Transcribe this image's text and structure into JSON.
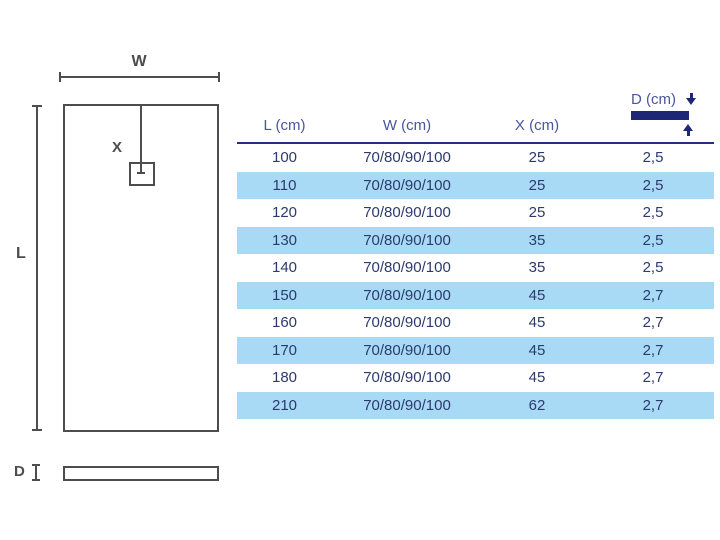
{
  "diagram": {
    "width_label": "W",
    "length_label": "L",
    "drain_offset_label": "X",
    "depth_label": "D"
  },
  "table": {
    "headers": {
      "l": "L (cm)",
      "w": "W (cm)",
      "x": "X (cm)",
      "d": "D (cm)"
    },
    "rows": [
      {
        "l": "100",
        "w": "70/80/90/100",
        "x": "25",
        "d": "2,5"
      },
      {
        "l": "110",
        "w": "70/80/90/100",
        "x": "25",
        "d": "2,5"
      },
      {
        "l": "120",
        "w": "70/80/90/100",
        "x": "25",
        "d": "2,5"
      },
      {
        "l": "130",
        "w": "70/80/90/100",
        "x": "35",
        "d": "2,5"
      },
      {
        "l": "140",
        "w": "70/80/90/100",
        "x": "35",
        "d": "2,5"
      },
      {
        "l": "150",
        "w": "70/80/90/100",
        "x": "45",
        "d": "2,7"
      },
      {
        "l": "160",
        "w": "70/80/90/100",
        "x": "45",
        "d": "2,7"
      },
      {
        "l": "170",
        "w": "70/80/90/100",
        "x": "45",
        "d": "2,7"
      },
      {
        "l": "180",
        "w": "70/80/90/100",
        "x": "45",
        "d": "2,7"
      },
      {
        "l": "210",
        "w": "70/80/90/100",
        "x": "62",
        "d": "2,7"
      }
    ],
    "colors": {
      "navy_accent": "#1e2776",
      "header_rule": "#252f7e",
      "header_text": "#4a55a0",
      "cell_text": "#2c3a6e",
      "row_alternate": "#a8daf5",
      "diagram_stroke": "#4d4d4d"
    }
  }
}
